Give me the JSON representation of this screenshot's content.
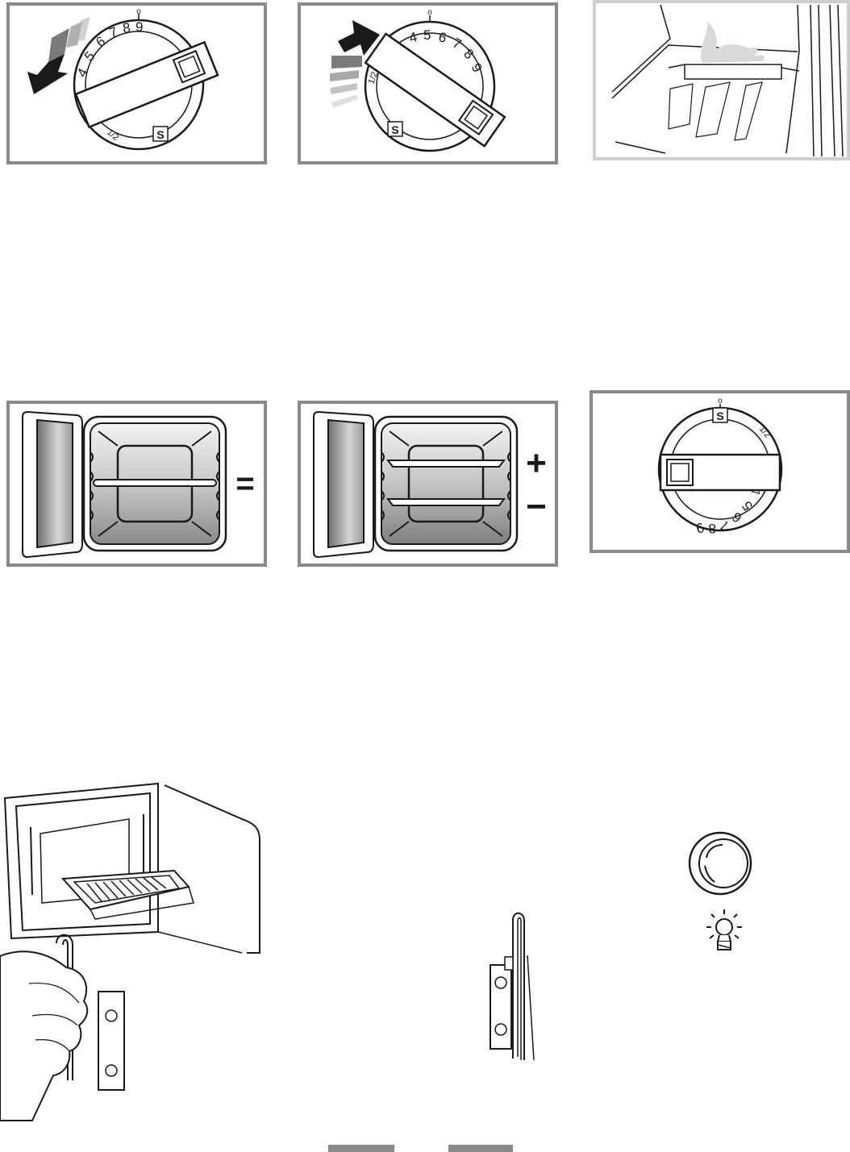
{
  "dial_top_left": {
    "numbers": [
      "4",
      "5",
      "6",
      "7",
      "8",
      "9"
    ],
    "low_mark": "1/2",
    "symbol": "S",
    "top_mark": "o"
  },
  "dial_top_mid": {
    "numbers": [
      "4",
      "5",
      "6",
      "7",
      "8",
      "9"
    ],
    "low_mark": "1/2",
    "symbol": "S",
    "top_mark": "o"
  },
  "dial_mid_right": {
    "numbers": [
      "4",
      "5",
      "6",
      "7",
      "8",
      "9"
    ],
    "low_mark": "1/2",
    "symbol": "S",
    "top_mark": "o"
  },
  "shelf_equal": {
    "symbol": "="
  },
  "shelf_plus_minus": {
    "plus": "+",
    "minus": "−"
  },
  "colors": {
    "frame_dark": "#8a8a8a",
    "frame_light": "#cfcfcf",
    "ink": "#1a1a1a",
    "arrow_dark": "#1a1a1a",
    "arrow_mid": "#7a7a7a",
    "arrow_light": "#c8c8c8",
    "cavity": "#7d7d7d"
  },
  "icons": [
    "anticlockwise-arrow-icon",
    "clockwise-arrow-icon",
    "grill-flame-icon",
    "shelf-equal-icon",
    "shelf-plus-minus-icon",
    "oven-knob-icon",
    "oven-light-icon"
  ]
}
